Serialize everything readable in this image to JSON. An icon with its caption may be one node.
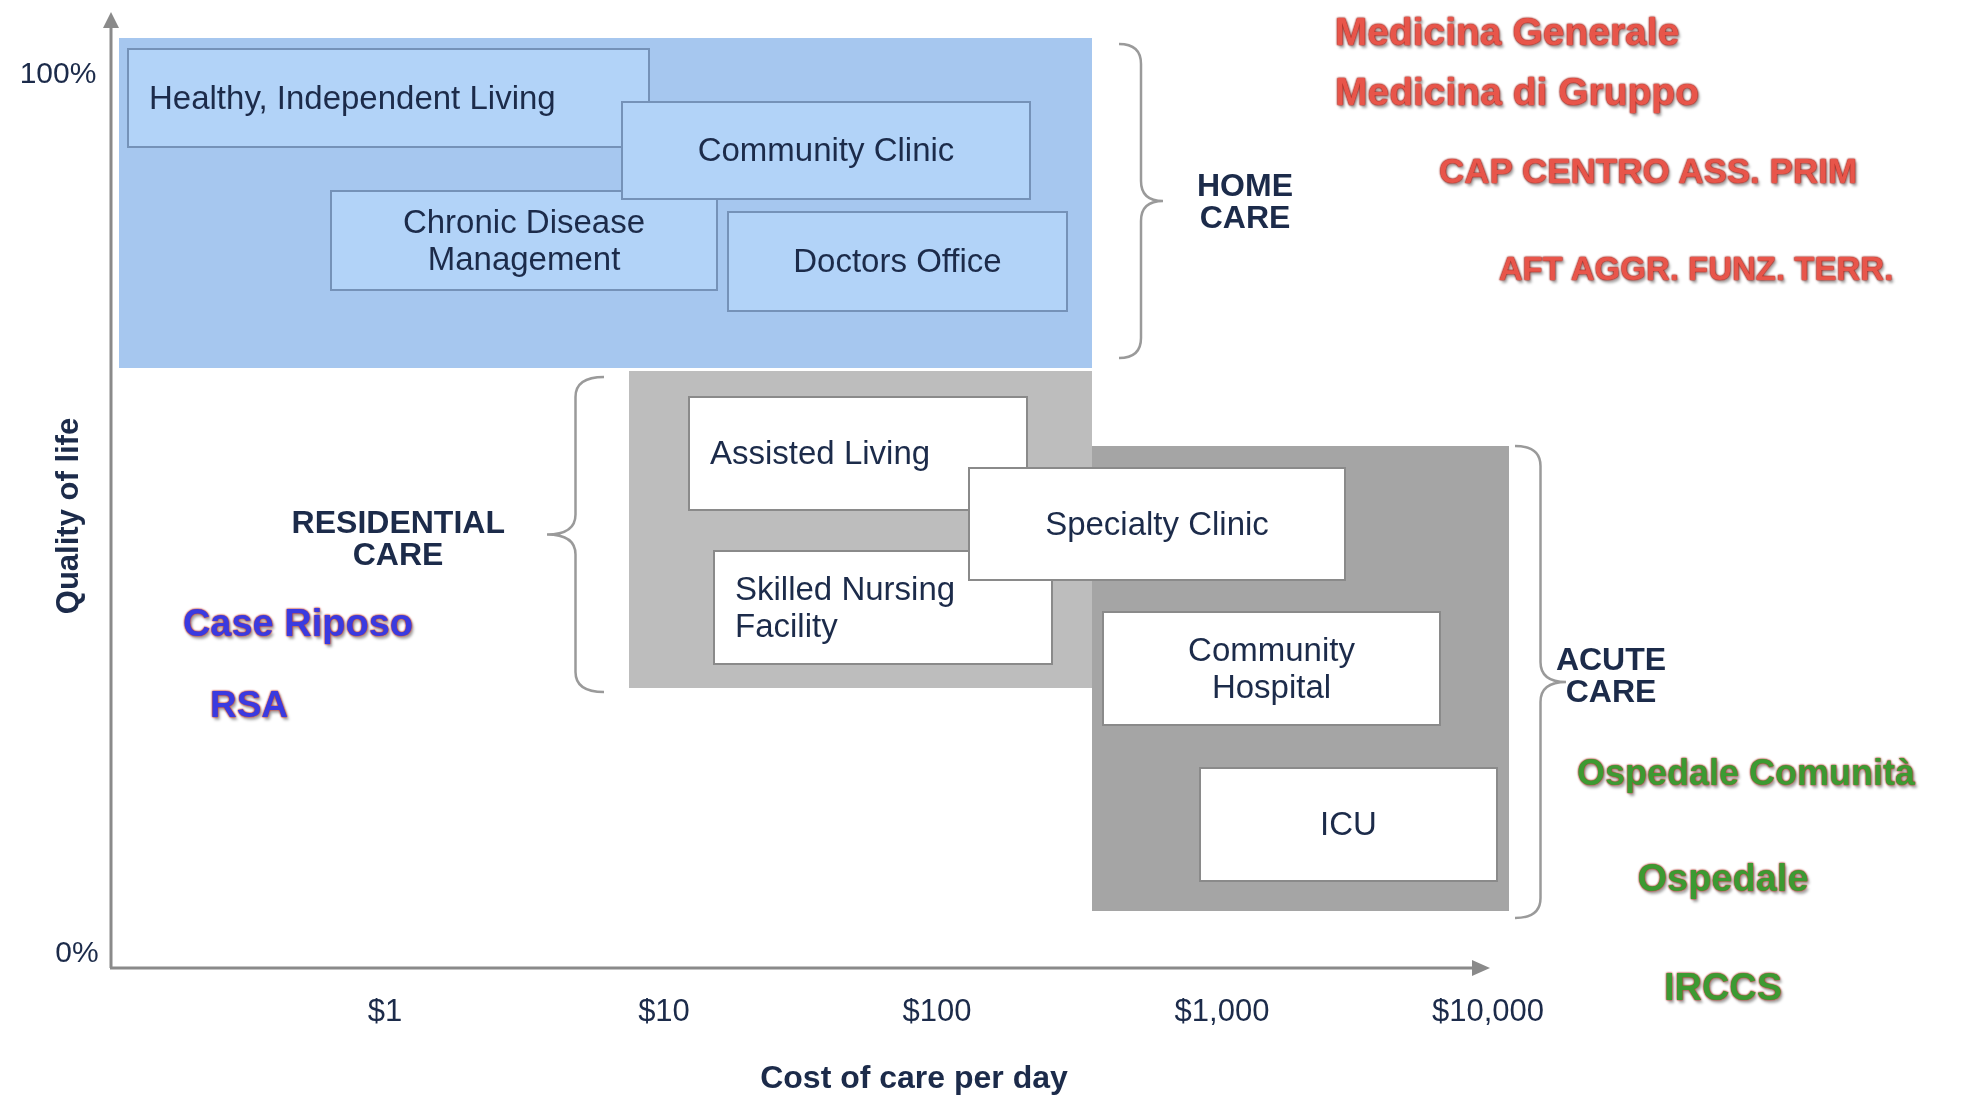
{
  "diagram": {
    "nodes": [
      {
        "text": [],
        "shape": "box",
        "beside": [
          "HOME CARE"
        ]
      },
      {
        "text": [
          "Healthy, Independent Living"
        ],
        "in": 0
      },
      {
        "text": [
          "Community Clinic"
        ],
        "in": 0
      },
      {
        "text": [
          "Chronic Disease Management"
        ],
        "in": 0
      },
      {
        "text": [
          "Doctors Office"
        ],
        "in": 0
      },
      {
        "text": [],
        "shape": "box",
        "beside": [
          "RESIDENTIAL CARE"
        ]
      },
      {
        "text": [
          "Assisted Living"
        ],
        "in": 5
      },
      {
        "text": [
          "Specialty Clinic"
        ]
      },
      {
        "text": [
          "Skilled Nursing Facility"
        ],
        "in": 5
      },
      {
        "text": [],
        "shape": "box",
        "beside": [
          "ACUTE CARE"
        ]
      },
      {
        "text": [
          "Community Hospital"
        ],
        "in": 9
      },
      {
        "text": [
          "ICU"
        ],
        "in": 9
      }
    ],
    "labels": [
      "100%",
      "Medicina Generale",
      "Medicina di Gruppo",
      "CAP CENTRO ASS. PRIM",
      "AFT AGGR. FUNZ. TERR.",
      "Quality of life",
      "Case Riposo",
      "RSA",
      "Ospedale Comunità",
      "Ospedale",
      "0%",
      "IRCCS",
      "$1",
      "$10",
      "$100",
      "$1,000",
      "$10,000",
      "Cost of care per day"
    ]
  }
}
